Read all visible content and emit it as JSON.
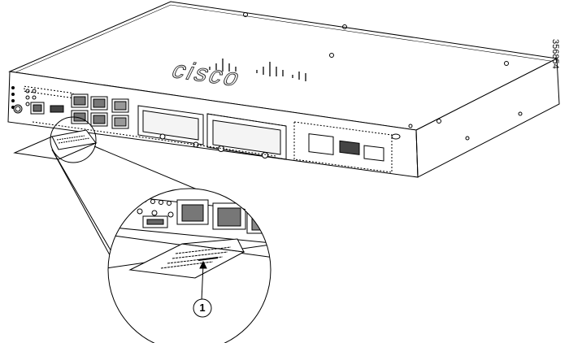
{
  "brand": {
    "logo_text": "cisco"
  },
  "figure_id": "356854",
  "callouts": [
    {
      "number": "1",
      "target": "pull-tab"
    }
  ],
  "colors": {
    "line": "#000000",
    "fill": "#ffffff",
    "panel": "#f2f2f2",
    "dark": "#444444"
  }
}
